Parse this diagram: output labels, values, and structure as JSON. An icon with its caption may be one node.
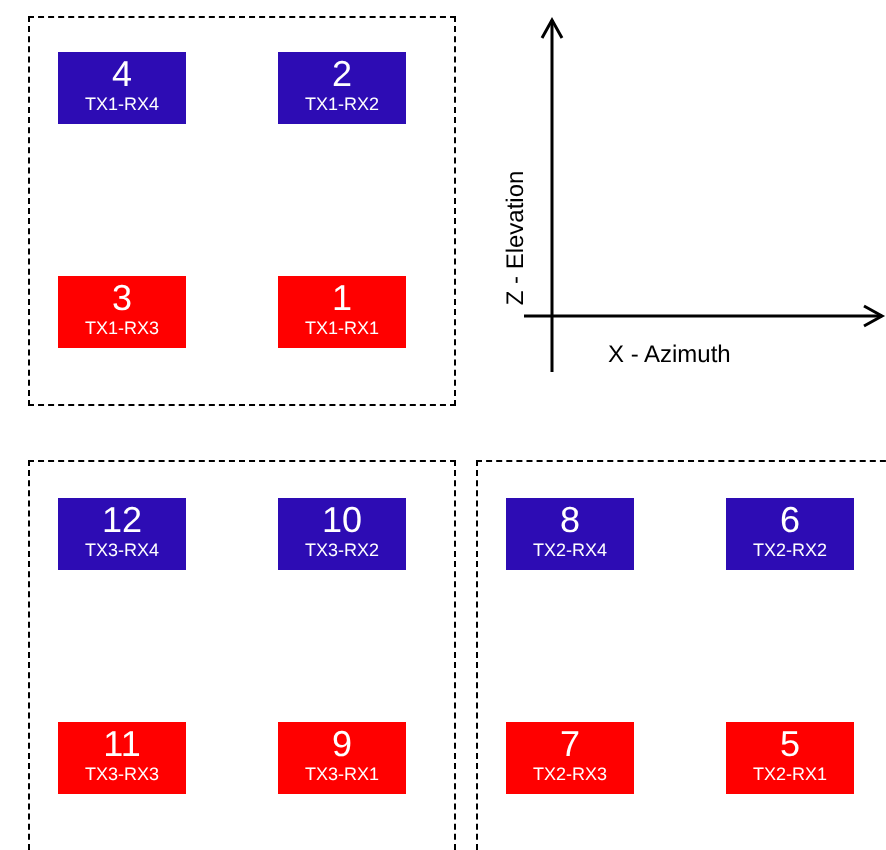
{
  "diagram": {
    "nodes": [
      {
        "text": [],
        "shape": "box"
      },
      {
        "text": [
          "4",
          "TX1-RX4"
        ],
        "in": 0
      },
      {
        "text": [
          "2",
          "TX1-RX2"
        ],
        "in": 0
      },
      {
        "text": [
          "3",
          "TX1-RX3"
        ],
        "in": 0
      },
      {
        "text": [
          "1",
          "TX1-RX1"
        ],
        "in": 0
      },
      {
        "text": [],
        "shape": "box"
      },
      {
        "text": [
          "12",
          "TX3-RX4"
        ],
        "in": 5
      },
      {
        "text": [
          "10",
          "TX3-RX2"
        ],
        "in": 5
      },
      {
        "text": [
          "11",
          "TX3-RX3"
        ],
        "in": 5
      },
      {
        "text": [
          "9",
          "TX3-RX1"
        ],
        "in": 5
      },
      {
        "text": [],
        "shape": "box"
      },
      {
        "text": [
          "8",
          "TX2-RX4"
        ],
        "in": 10
      },
      {
        "text": [
          "6",
          "TX2-RX2"
        ],
        "in": 10
      },
      {
        "text": [
          "7",
          "TX2-RX3"
        ],
        "in": 10
      },
      {
        "text": [
          "5",
          "TX2-RX1"
        ],
        "in": 10
      }
    ],
    "edges": [],
    "labels": [
      "Z - Elevation",
      "X - Azimuth"
    ]
  }
}
